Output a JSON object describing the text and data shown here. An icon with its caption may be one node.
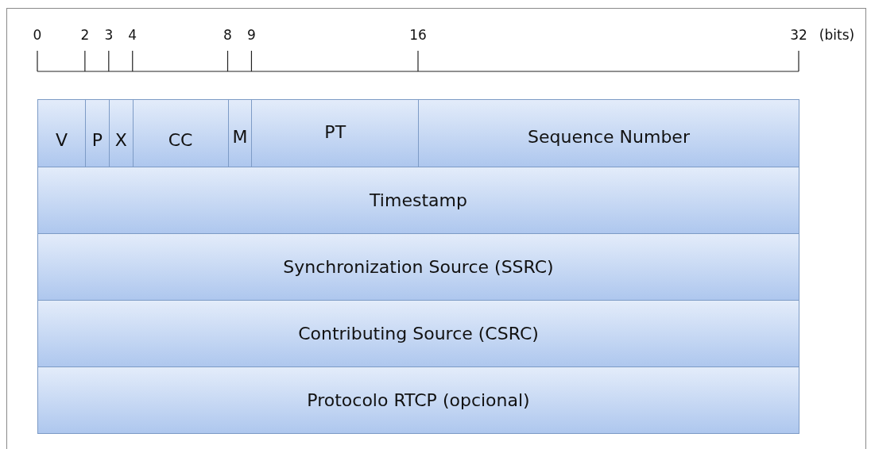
{
  "diagram": {
    "nodes": [
      {
        "text": [
          "V"
        ]
      },
      {
        "text": [
          "P"
        ]
      },
      {
        "text": [
          "X"
        ]
      },
      {
        "text": [
          "CC"
        ]
      },
      {
        "text": [
          "M"
        ]
      },
      {
        "text": [
          "PT"
        ]
      },
      {
        "text": [
          "Sequence Number"
        ]
      },
      {
        "text": [
          "Timestamp"
        ]
      },
      {
        "text": [
          "Synchronization Source (SSRC)"
        ]
      },
      {
        "text": [
          "Contributing Source (CSRC)"
        ]
      },
      {
        "text": [
          "Protocolo RTCP (opcional)"
        ]
      }
    ],
    "edges": [],
    "labels": [
      "0",
      "2",
      "3",
      "4",
      "8",
      "9",
      "16",
      "32",
      "(bits)"
    ]
  }
}
